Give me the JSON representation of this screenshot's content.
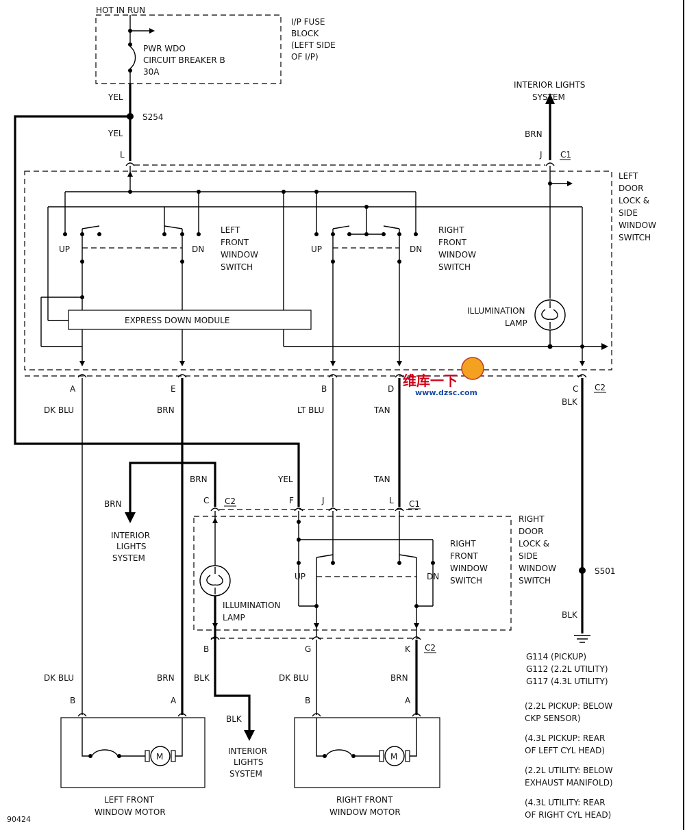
{
  "fuse_block": {
    "hot_in_run": "HOT IN RUN",
    "breaker_label_1": "PWR WDO",
    "breaker_label_2": "CIRCUIT BREAKER B",
    "breaker_rating": "30A",
    "block_label_1": "I/P FUSE",
    "block_label_2": "BLOCK",
    "block_label_3": "(LEFT SIDE",
    "block_label_4": "OF I/P)"
  },
  "splice": {
    "s254": "S254",
    "s501": "S501"
  },
  "wire_colors": {
    "yel": "YEL",
    "brn": "BRN",
    "dk_blu": "DK BLU",
    "lt_blu": "LT BLU",
    "tan": "TAN",
    "blk": "BLK"
  },
  "left_switch": {
    "title_1": "LEFT",
    "title_2": "DOOR",
    "title_3": "LOCK &",
    "title_4": "SIDE",
    "title_5": "WINDOW",
    "title_6": "SWITCH",
    "lf_switch_1": "LEFT",
    "lf_switch_2": "FRONT",
    "lf_switch_3": "WINDOW",
    "lf_switch_4": "SWITCH",
    "rf_switch_1": "RIGHT",
    "rf_switch_2": "FRONT",
    "rf_switch_3": "WINDOW",
    "rf_switch_4": "SWITCH",
    "up": "UP",
    "dn": "DN",
    "express_module": "EXPRESS DOWN MODULE",
    "illum_1": "ILLUMINATION",
    "illum_2": "LAMP"
  },
  "right_switch": {
    "title_1": "RIGHT",
    "title_2": "DOOR",
    "title_3": "LOCK &",
    "title_4": "SIDE",
    "title_5": "WINDOW",
    "title_6": "SWITCH",
    "rf_switch_1": "RIGHT",
    "rf_switch_2": "FRONT",
    "rf_switch_3": "WINDOW",
    "rf_switch_4": "SWITCH",
    "up": "UP",
    "dn": "DN",
    "illum_1": "ILLUMINATION",
    "illum_2": "LAMP"
  },
  "interior_lights": {
    "line_1": "INTERIOR LIGHTS",
    "line_2": "SYSTEM",
    "stack_1": "INTERIOR",
    "stack_2": "LIGHTS",
    "stack_3": "SYSTEM"
  },
  "connectors": {
    "c1": "C1",
    "c2": "C2",
    "pin_a": "A",
    "pin_b": "B",
    "pin_c": "C",
    "pin_d": "D",
    "pin_e": "E",
    "pin_f": "F",
    "pin_g": "G",
    "pin_j": "J",
    "pin_k": "K",
    "pin_l": "L",
    "motor_m": "M"
  },
  "motors": {
    "left_1": "LEFT FRONT",
    "left_2": "WINDOW MOTOR",
    "right_1": "RIGHT FRONT",
    "right_2": "WINDOW MOTOR"
  },
  "grounds": {
    "g114": "G114 (PICKUP)",
    "g112": "G112 (2.2L UTILITY)",
    "g117": "G117 (4.3L UTILITY)",
    "note1_1": "(2.2L PICKUP: BELOW",
    "note1_2": "CKP SENSOR)",
    "note2_1": "(4.3L PICKUP: REAR",
    "note2_2": "OF LEFT CYL HEAD)",
    "note3_1": "(2.2L UTILITY: BELOW",
    "note3_2": "EXHAUST MANIFOLD)",
    "note4_1": "(4.3L UTILITY: REAR",
    "note4_2": "OF RIGHT CYL HEAD)"
  },
  "figure_id": "90424",
  "watermark": {
    "line_1": "维库一下",
    "url": "www.dzsc.com"
  }
}
